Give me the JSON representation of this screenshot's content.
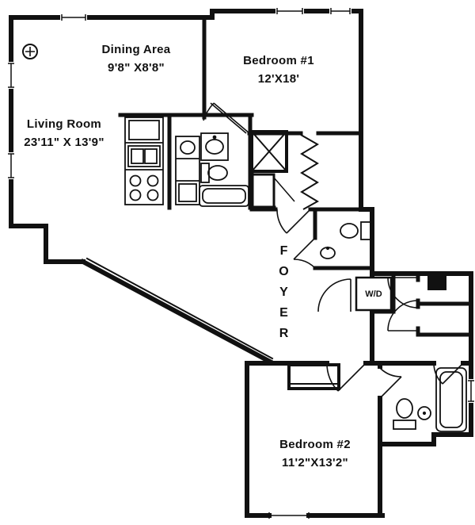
{
  "rooms": {
    "living": {
      "label": "Living Room",
      "dims": "23'11\" X 13'9\""
    },
    "dining": {
      "label": "Dining Area",
      "dims": "9'8\" X8'8\""
    },
    "bedroom1": {
      "label": "Bedroom #1",
      "dims": "12'X18'"
    },
    "bedroom2": {
      "label": "Bedroom #2",
      "dims": "11'2\"X13'2\""
    },
    "foyer": {
      "label": "FOYER"
    },
    "laundry": {
      "label": "W/D"
    }
  },
  "icons": {
    "compass": "⊕"
  },
  "colors": {
    "wall": "#111111",
    "background": "#ffffff"
  }
}
